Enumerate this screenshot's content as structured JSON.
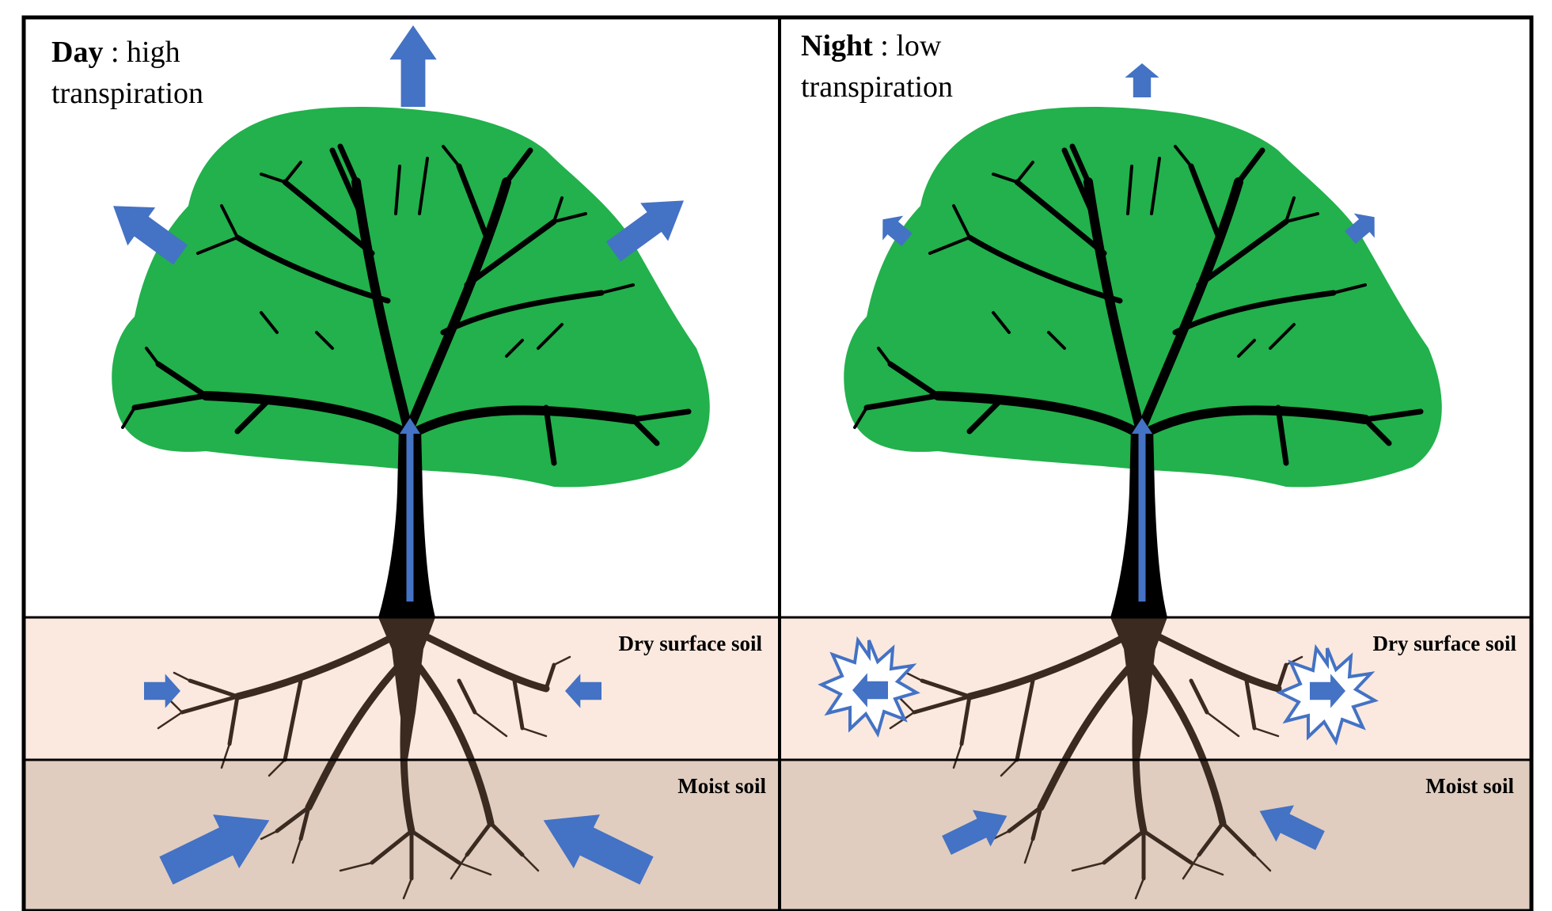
{
  "panels": [
    {
      "id": "day",
      "title_bold": "Day",
      "title_rest": " : high",
      "title_line2": "transpiration",
      "dry_label": "Dry surface soil",
      "moist_label": "Moist soil"
    },
    {
      "id": "night",
      "title_bold": "Night",
      "title_rest": " : low",
      "title_line2": "transpiration",
      "dry_label": "Dry surface soil",
      "moist_label": "Moist soil"
    }
  ],
  "colors": {
    "arrow": "#4472c4",
    "canopy": "#22b14c",
    "trunk": "#000000",
    "roots": "#3a2a20",
    "dry_soil": "#fbe9df",
    "moist_soil": "#e0cdbf",
    "frame": "#000000"
  }
}
